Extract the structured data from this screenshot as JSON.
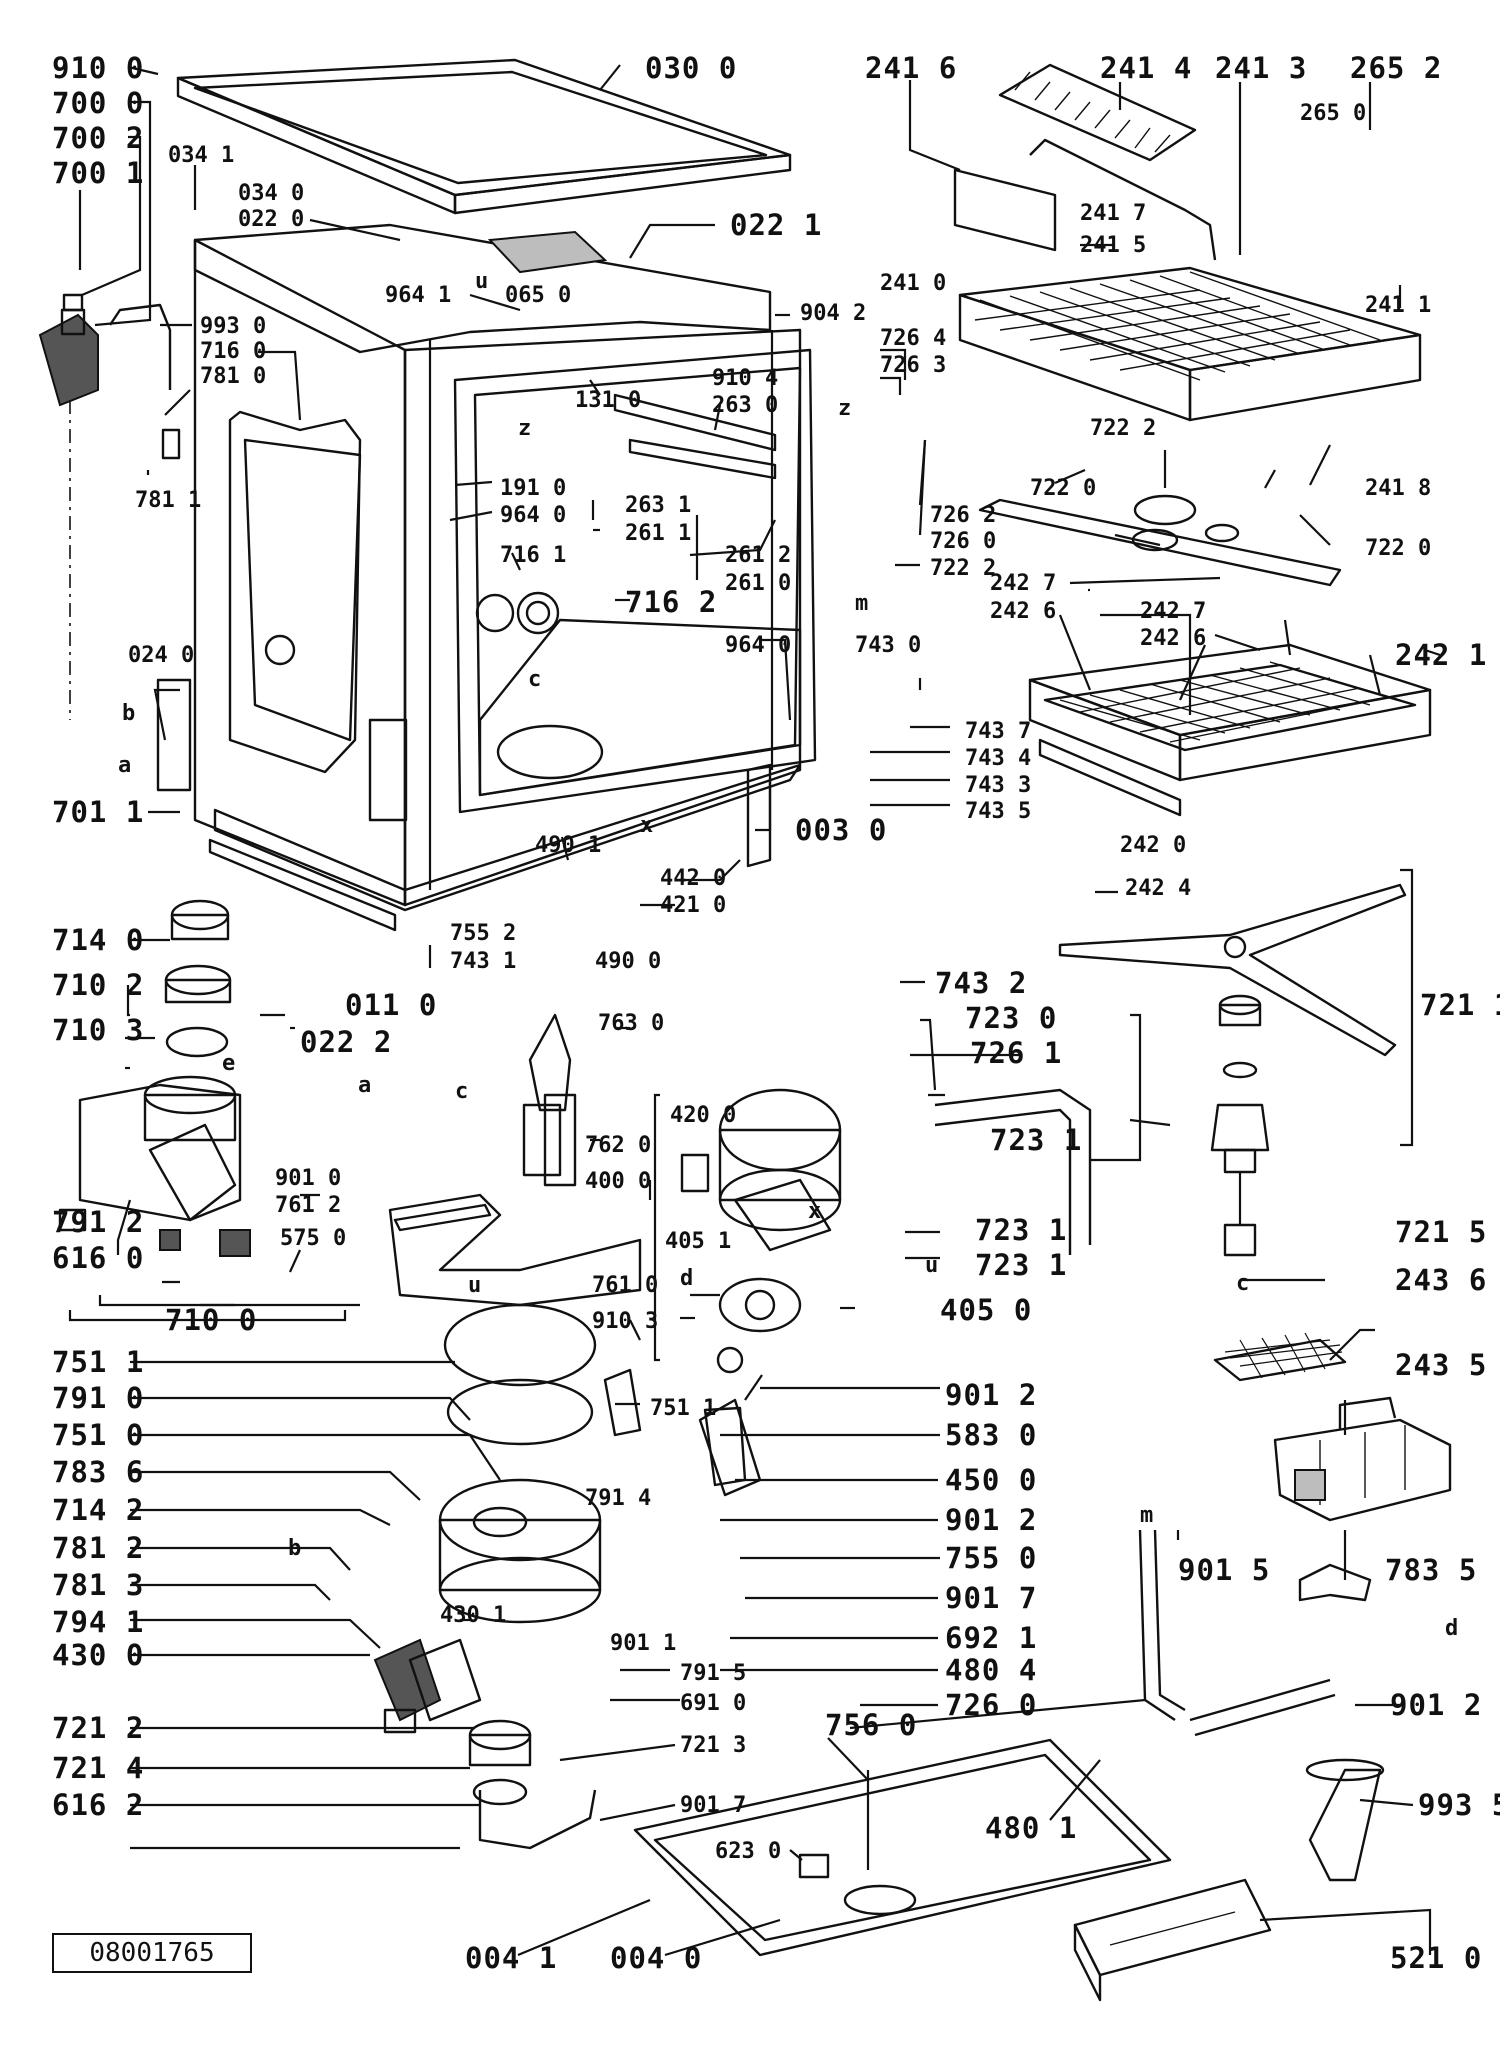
{
  "reference_code": "08001765",
  "labels": {
    "l9100": "910 0",
    "l7000": "700 0",
    "l7002": "700 2",
    "l7001": "700 1",
    "l0341": "034 1",
    "l0340": "034 0",
    "l0220": "022 0",
    "l0300": "030 0",
    "l2416": "241 6",
    "l2414": "241 4",
    "l2413": "241 3",
    "l2652": "265 2",
    "l2650": "265 0",
    "l0221": "022 1",
    "l2417": "241 7",
    "l2415": "241 5",
    "l2410": "241 0",
    "l2411": "241 1",
    "l9641a": "964 1",
    "l0650": "065 0",
    "l9930": "993 0",
    "l7160": "716 0",
    "l7810": "781 0",
    "l9042": "904 2",
    "l7264": "726 4",
    "l7263": "726 3",
    "l9104": "910 4",
    "l1310": "131 0",
    "l2630": "263 0",
    "l7811": "781 1",
    "l1910": "191 0",
    "l9640a": "964 0",
    "l7161": "716 1",
    "l2631": "263 1",
    "l2611": "261 1",
    "l2612": "261 2",
    "l2610": "261 0",
    "l7262": "726 2",
    "l7260a": "726 0",
    "l7222a": "722 2",
    "l7222b": "722 2",
    "l7220a": "722 0",
    "l7220b": "722 0",
    "l2418": "241 8",
    "l7162": "716 2",
    "l2427a": "242 7",
    "l2426a": "242 6",
    "l2427b": "242 7",
    "l2426b": "242 6",
    "l2421": "242 1",
    "l9640b": "964 0",
    "l7430": "743 0",
    "l0240": "024 0",
    "l7437": "743 7",
    "l7434": "743 4",
    "l7433": "743 3",
    "l7435": "743 5",
    "l7011": "701 1",
    "l0030": "003 0",
    "l2420": "242 0",
    "l4901": "490 1",
    "l4420": "442 0",
    "l4210": "421 0",
    "l2424": "242 4",
    "l7140": "714 0",
    "l7552": "755 2",
    "l7431": "743 1",
    "l4900": "490 0",
    "l7432": "743 2",
    "l7211": "721 1",
    "l7102": "710 2",
    "l0110": "011 0",
    "l7630": "763 0",
    "l7230": "723 0",
    "l7103": "710 3",
    "l0222": "022 2",
    "l7261": "726 1",
    "l4200": "420 0",
    "l7231": "723 1",
    "l7620": "762 0",
    "l9010": "901 0",
    "l4000": "400 0",
    "l7612": "761 2",
    "l7912": "791 2",
    "l7231b": "723 1",
    "l4051": "405 1",
    "l7215": "721 5",
    "l6160": "616 0",
    "l5750": "575 0",
    "l7231c": "723 1",
    "l2436": "243 6",
    "l7610": "761 0",
    "l7100": "710 0",
    "l9103": "910 3",
    "l4050": "405 0",
    "l7511a": "751 1",
    "l2435": "243 5",
    "l9012a": "901 2",
    "l7910": "791 0",
    "l7511b": "751 1",
    "l5830": "583 0",
    "l7510": "751 0",
    "l4500": "450 0",
    "l7836": "783 6",
    "l7914": "791 4",
    "l7142": "714 2",
    "l9012b": "901 2",
    "l7550": "755 0",
    "l7812": "781 2",
    "l9015": "901 5",
    "l7835": "783 5",
    "l9017a": "901 7",
    "l7813": "781 3",
    "l4301": "430 1",
    "l9011": "901 1",
    "l6921": "692 1",
    "l7941": "794 1",
    "l4300": "430 0",
    "l7915": "791 5",
    "l4804": "480 4",
    "l7260b": "726 0",
    "l9012c": "901 2",
    "l6910": "691 0",
    "l7212": "721 2",
    "l7560": "756 0",
    "l7213": "721 3",
    "l7214": "721 4",
    "l9017b": "901 7",
    "l4801": "480 1",
    "l9935": "993 5",
    "l6162": "616 2",
    "l6230": "623 0",
    "l0041": "004 1",
    "l0040": "004 0",
    "l5210": "521 0"
  },
  "letters": {
    "u1": "u",
    "z1": "z",
    "z2": "z",
    "m1": "m",
    "c1": "c",
    "x1": "x",
    "b1": "b",
    "a1": "a",
    "e1": "e",
    "a2": "a",
    "c2": "c",
    "x2": "x",
    "d1": "d",
    "u2": "u",
    "c3": "c",
    "b2": "b",
    "m2": "m",
    "d2": "d",
    "u3": "u"
  }
}
